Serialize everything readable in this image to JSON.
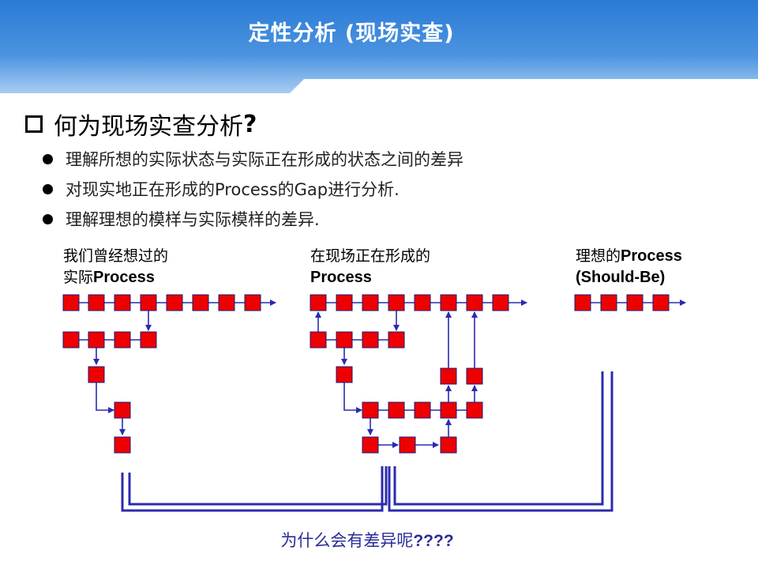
{
  "header": {
    "title": "定性分析 (现场实查)"
  },
  "heading": {
    "text": "何为现场实查分析",
    "mark": "?"
  },
  "bullets": [
    "理解所想的实际状态与实际正在形成的状态之间的差异",
    "对现实地正在形成的Process的Gap进行分析.",
    "理解理想的模样与实际模样的差异."
  ],
  "columns": {
    "thought": {
      "line1": "我们曾经想过的",
      "line2_prefix": "实际",
      "line2_bold": "Process"
    },
    "actual": {
      "line1": "在现场正在形成的",
      "line2_bold": "Process"
    },
    "ideal": {
      "line1_prefix": "理想的",
      "line1_bold": "Process",
      "line2_bold": "(Should-Be)"
    }
  },
  "footer": {
    "text": "为什么会有差异呢",
    "marks": "????"
  },
  "colors": {
    "header_blue": "#2f7fd8",
    "node_red": "#ee0000",
    "arrow_blue": "#2b2bb0",
    "footer_text": "#2b2b9a"
  }
}
